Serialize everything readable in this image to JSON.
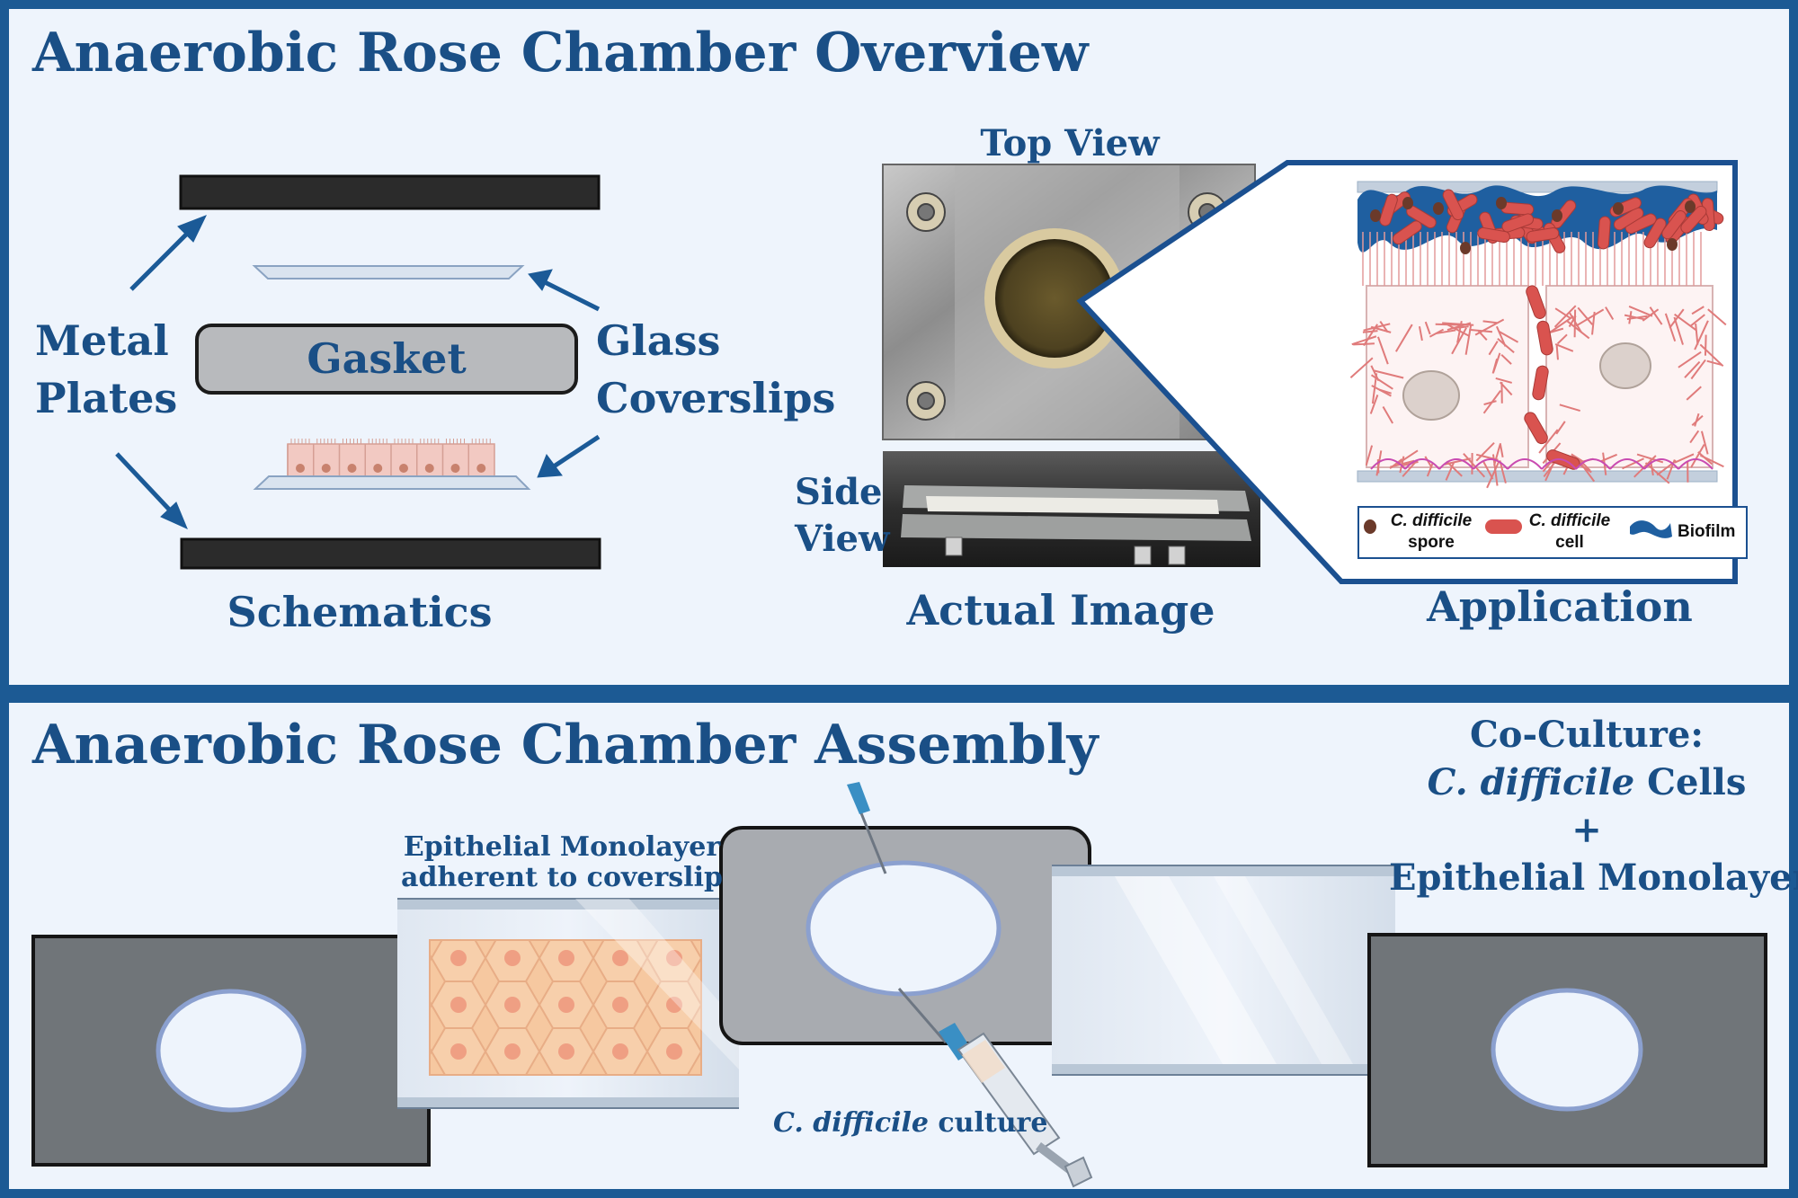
{
  "overview": {
    "title": "Anaerobic Rose Chamber Overview",
    "schematics": {
      "caption": "Schematics",
      "metal_plates_line1": "Metal",
      "metal_plates_line2": "Plates",
      "gasket_label": "Gasket",
      "glass_line1": "Glass",
      "glass_line2": "Coverslips"
    },
    "actual_image": {
      "caption": "Actual Image",
      "top_view_label": "Top View",
      "side_view_line1": "Side",
      "side_view_line2": "View"
    },
    "application": {
      "caption": "Application",
      "legend": {
        "spore_italic": "C. difficile",
        "spore_word": "spore",
        "cell_italic": "C. difficile",
        "cell_word": "cell",
        "biofilm": "Biofilm"
      }
    }
  },
  "assembly": {
    "title": "Anaerobic Rose Chamber Assembly",
    "epithelial_line1": "Epithelial Monolayer",
    "epithelial_line2": "adherent to coverslip",
    "culture_italic": "C. difficile",
    "culture_rest": " culture",
    "coculture_line1": "Co-Culture:",
    "coculture_italic": "C. difficile",
    "coculture_line2_rest": " Cells",
    "coculture_plus": "+",
    "coculture_line3": "Epithelial Monolayer"
  },
  "colors": {
    "frame_blue": "#1c5a94",
    "panel_bg": "#eef4fc",
    "title_blue": "#1a4f86",
    "plate_dark": "#707579",
    "gasket_gray": "#b3b6ba",
    "cell_pink": "#f2c9c2",
    "nucleus": "#c8826e",
    "epithelial_orange": "#f6c8a0",
    "bacteria_red": "#d9534f",
    "biofilm_blue": "#1f5fa0"
  }
}
